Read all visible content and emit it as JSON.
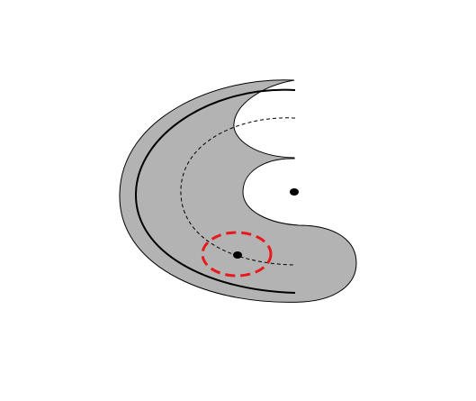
{
  "diagram": {
    "colors": {
      "background": "#ffffff",
      "region_fill": "#b3b3b3",
      "outline": "#000000",
      "highlight": "#e8191c"
    },
    "elements": [
      "shaded-region",
      "outer-boundary-curve",
      "inner-boundary-curve",
      "dashed-midline-arc",
      "center-point",
      "lower-point",
      "highlight-circle"
    ]
  }
}
